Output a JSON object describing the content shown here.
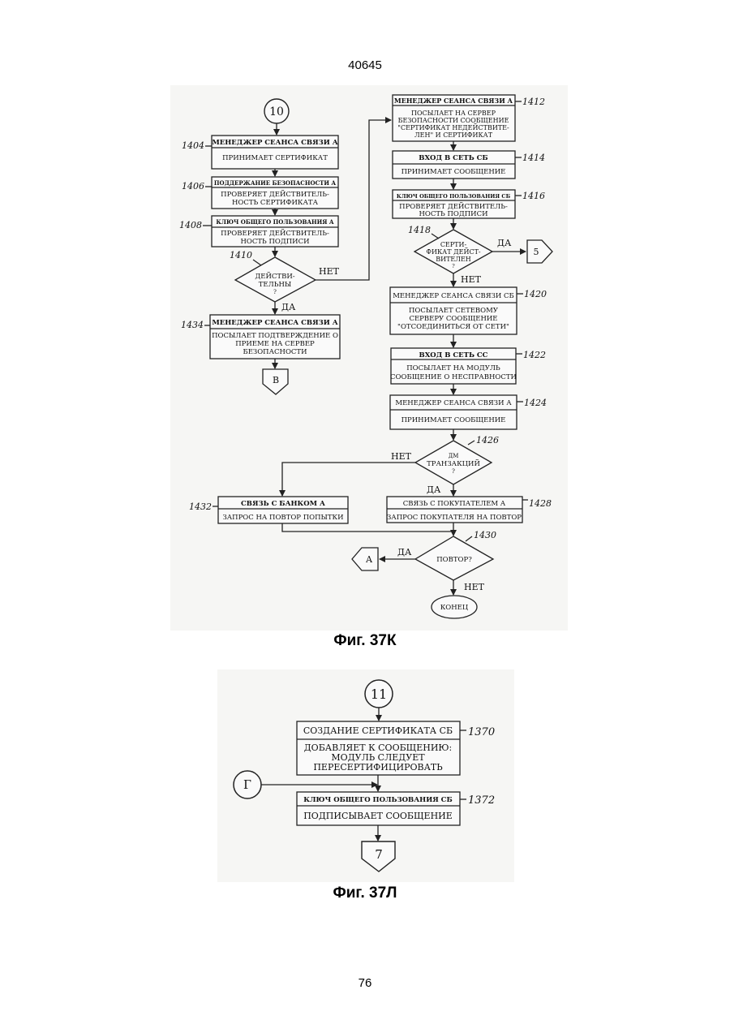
{
  "header_number": "40645",
  "page_number": "76",
  "fig_k": {
    "caption": "Фиг. 37К",
    "start": "10",
    "labels": {
      "r1404": "1404",
      "r1406": "1406",
      "r1408": "1408",
      "r1410": "1410",
      "r1412": "1412",
      "r1414": "1414",
      "r1416": "1416",
      "r1418": "1418",
      "r1420": "1420",
      "r1422": "1422",
      "r1424": "1424",
      "r1426": "1426",
      "r1428": "1428",
      "r1430": "1430",
      "r1432": "1432",
      "r1434": "1434"
    },
    "b1404": {
      "head": "МЕНЕДЖЕР СЕАНСА СВЯЗИ А",
      "body": [
        "ПРИНИМАЕТ СЕРТИФИКАТ"
      ]
    },
    "b1406": {
      "head": "ПОДДЕРЖАНИЕ БЕЗОПАСНОСТИ А",
      "body": [
        "ПРОВЕРЯЕТ ДЕЙСТВИТЕЛЬ-",
        "НОСТЬ СЕРТИФИКАТА"
      ]
    },
    "b1408": {
      "head": "КЛЮЧ ОБЩЕГО ПОЛЬЗОВАНИЯ А",
      "body": [
        "ПРОВЕРЯЕТ ДЕЙСТВИТЕЛЬ-",
        "НОСТЬ ПОДПИСИ"
      ]
    },
    "d1410": [
      "ДЕЙСТВИ-",
      "ТЕЛЬНЫ",
      "?"
    ],
    "b1434": {
      "head": "МЕНЕДЖЕР СЕАНСА СВЯЗИ А",
      "body": [
        "ПОСЫЛАЕТ ПОДТВЕРЖДЕНИЕ О",
        "ПРИЕМЕ НА СЕРВЕР",
        "БЕЗОПАСНОСТИ"
      ]
    },
    "conn_v": "В",
    "b1412": {
      "head": "МЕНЕДЖЕР СЕАНСА СВЯЗИ А",
      "body": [
        "ПОСЫЛАЕТ НА СЕРВЕР",
        "БЕЗОПАСНОСТИ СООБЩЕНИЕ",
        "\"СЕРТИФИКАТ НЕДЕЙСТВИТЕ-",
        "ЛЕН\" И СЕРТИФИКАТ"
      ]
    },
    "b1414": {
      "head": "ВХОД В СЕТЬ СБ",
      "body": [
        "ПРИНИМАЕТ СООБЩЕНИЕ"
      ]
    },
    "b1416": {
      "head": "КЛЮЧ ОБЩЕГО ПОЛЬЗОВАНИЯ СБ",
      "body": [
        "ПРОВЕРЯЕТ ДЕЙСТВИТЕЛЬ-",
        "НОСТЬ ПОДПИСИ"
      ]
    },
    "d1418": [
      "СЕРТИ-",
      "ФИКАТ ДЕЙСТ-",
      "ВИТЕЛЕН",
      "?"
    ],
    "conn_5": "5",
    "b1420": {
      "head": "МЕНЕДЖЕР СЕАНСА СВЯЗИ СБ",
      "body": [
        "ПОСЫЛАЕТ СЕТЕВОМУ",
        "СЕРВЕРУ СООБЩЕНИЕ",
        "\"ОТСОЕДИНИТЬСЯ ОТ СЕТИ\""
      ]
    },
    "b1422": {
      "head": "ВХОД В СЕТЬ СС",
      "body": [
        "ПОСЫЛАЕТ НА МОДУЛЬ",
        "СООБЩЕНИЕ О НЕСПРАВНОСТИ"
      ]
    },
    "b1424": {
      "head": "МЕНЕДЖЕР СЕАНСА СВЯЗИ А",
      "body": [
        "ПРИНИМАЕТ СООБЩЕНИЕ"
      ]
    },
    "d1426": [
      "ДМ",
      "ТРАНЗАКЦИЙ",
      "?"
    ],
    "b1432": {
      "head": "СВЯЗЬ С БАНКОМ А",
      "body": [
        "ЗАПРОС НА ПОВТОР ПОПЫТКИ"
      ]
    },
    "b1428": {
      "head": "СВЯЗЬ С ПОКУПАТЕЛЕМ А",
      "body": [
        "ЗАПРОС ПОКУПАТЕЛЯ НА ПОВТОР"
      ]
    },
    "d1430": [
      "ПОВТОР?"
    ],
    "conn_a": "А",
    "end": "КОНЕЦ",
    "yes": "ДА",
    "no": "НЕТ"
  },
  "fig_l": {
    "caption": "Фиг. 37Л",
    "start": "11",
    "conn_g": "Г",
    "r1370": "1370",
    "r1372": "1372",
    "b1370": {
      "head": "СОЗДАНИЕ СЕРТИФИКАТА СБ",
      "body": [
        "ДОБАВЛЯЕТ К СООБЩЕНИЮ:",
        "МОДУЛЬ СЛЕДУЕТ",
        "ПЕРЕСЕРТИФИЦИРОВАТЬ"
      ]
    },
    "b1372": {
      "head": "КЛЮЧ ОБЩЕГО ПОЛЬЗОВАНИЯ СБ",
      "body": [
        "ПОДПИСЫВАЕТ СООБЩЕНИЕ"
      ]
    },
    "conn_7": "7"
  }
}
